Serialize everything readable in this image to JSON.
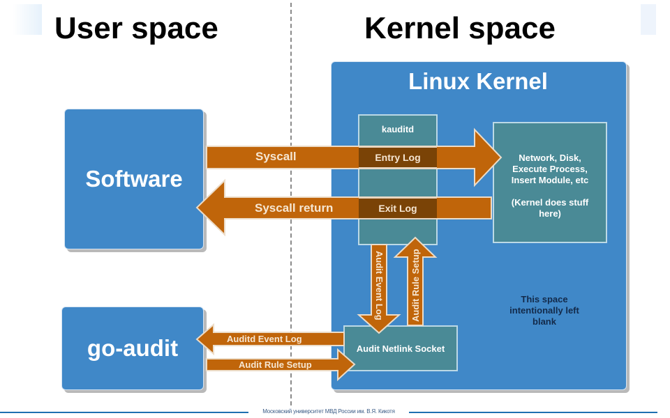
{
  "headings": {
    "user_space": "User space",
    "kernel_space": "Kernel space"
  },
  "user_side": {
    "software": "Software",
    "go_audit": "go-audit"
  },
  "kernel": {
    "title": "Linux Kernel",
    "kauditd": {
      "label": "kauditd",
      "entry_log": "Entry Log",
      "exit_log": "Exit Log"
    },
    "kernel_work": {
      "line1": "Network, Disk,",
      "line2": "Execute Process,",
      "line3": "Insert Module, etc",
      "line4": "(Kernel does stuff",
      "line5": "here)"
    },
    "netlink_socket": "Audit Netlink Socket",
    "blank_note": {
      "line1": "This space",
      "line2": "intentionally left",
      "line3": "blank"
    }
  },
  "arrows": {
    "syscall": "Syscall",
    "syscall_return": "Syscall return",
    "audit_event_log_vertical": "Audit Event Log",
    "audit_rule_setup_vertical": "Audit Rule Setup",
    "auditd_event_log": "Auditd Event Log",
    "audit_rule_setup": "Audit Rule Setup"
  },
  "footer": {
    "text": "Московский университет МВД России им. В.Я. Кикотя"
  },
  "colors": {
    "box_blue": "#4088c8",
    "teal": "#4a8a96",
    "arrow_orange": "#c0650a",
    "dark_bar": "#7a4306",
    "footer_blue": "#1e6fb0"
  }
}
